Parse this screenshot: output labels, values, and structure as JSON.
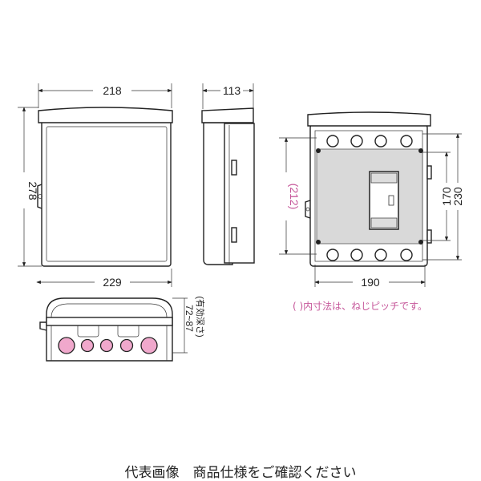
{
  "front_view": {
    "width_top": "218",
    "height": "278",
    "width_bottom": "229"
  },
  "side_view": {
    "depth": "113"
  },
  "inner_view": {
    "screw_pitch": "(212)",
    "height_inner": "170",
    "height_outer": "230",
    "width": "190"
  },
  "bottom_view": {
    "depth_range": "72~87",
    "depth_note": "(有効深さ)"
  },
  "note": "( )内寸法は、ねじピッチです。",
  "footer": "代表画像　商品仕様をご確認ください",
  "colors": {
    "accent_pink": "#c6579a",
    "hole_pink": "#f0a8cc",
    "plate_gray": "#d9d9d9"
  }
}
